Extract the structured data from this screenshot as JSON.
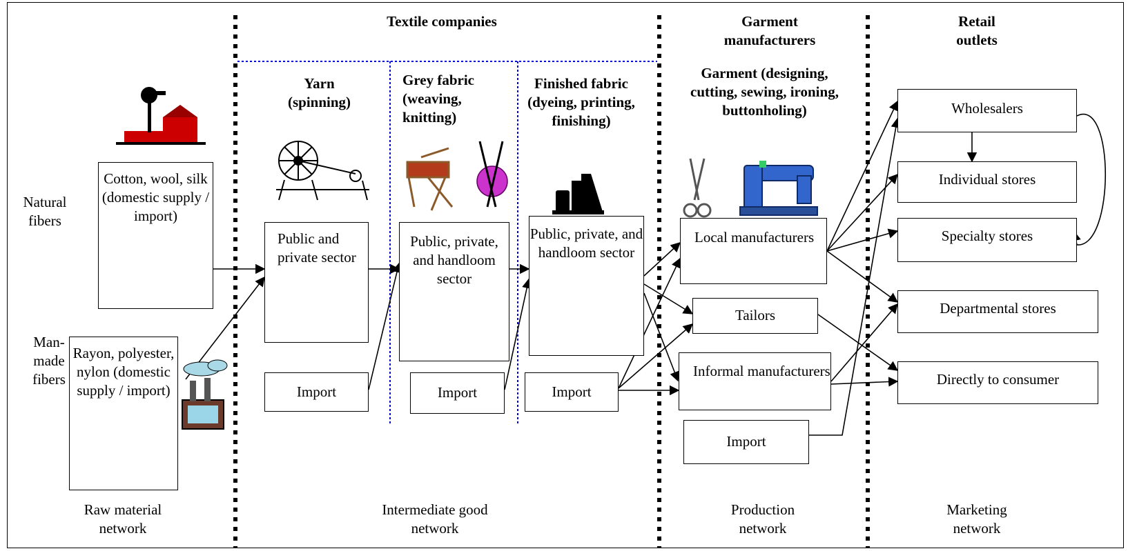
{
  "columns": {
    "textile": "Textile companies",
    "garment": "Garment manufacturers",
    "retail": "Retail outlets"
  },
  "stages": {
    "yarn": "Yarn (spinning)",
    "grey": "Grey fabric (weaving, knitting)",
    "finished": "Finished fabric (dyeing, printing, finishing)",
    "garment": "Garment (designing, cutting, sewing, ironing, buttonholing)"
  },
  "row_labels": {
    "natural": "Natural fibers",
    "manmade": "Man-made fibers"
  },
  "boxes": {
    "cotton": "Cotton, wool, silk (domestic supply / import)",
    "rayon": "Rayon, polyester, nylon (domestic supply / import)",
    "yarn_sector": "Public and private sector",
    "yarn_import": "Import",
    "grey_sector": "Public, private, and handloom sector",
    "grey_import": "Import",
    "finished_sector": "Public, private, and handloom sector",
    "finished_import": "Import",
    "local": "Local manufacturers",
    "tailors": "Tailors",
    "informal": "Informal manufacturers",
    "garment_import": "Import",
    "wholesalers": "Wholesalers",
    "individual": "Individual stores",
    "specialty": "Specialty stores",
    "departmental": "Departmental stores",
    "direct": "Directly to consumer"
  },
  "networks": {
    "raw": "Raw material network",
    "intermediate": "Intermediate good network",
    "production": "Production network",
    "marketing": "Marketing network"
  },
  "icons": [
    "farm-icon",
    "factory-icon",
    "spinning-wheel-icon",
    "loom-icon",
    "knitting-icon",
    "dye-bottles-icon",
    "scissors-icon",
    "sewing-machine-icon"
  ],
  "colors": {
    "divider": "#000000",
    "sub_divider": "#0000cc",
    "farm_red": "#cc0000",
    "yarn_magenta": "#cc33cc",
    "machine_blue": "#3366cc"
  }
}
